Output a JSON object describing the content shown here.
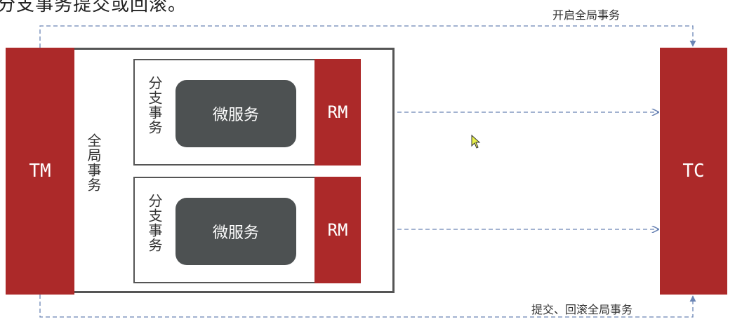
{
  "heading_fragment": "分支事务提交或回滚。",
  "tm_label": "TM",
  "tc_label": "TC",
  "global_transaction_label": "全局事务",
  "branches": [
    {
      "branch_label": "分支事务",
      "service_label": "微服务",
      "rm_label": "RM"
    },
    {
      "branch_label": "分支事务",
      "service_label": "微服务",
      "rm_label": "RM"
    }
  ],
  "open_global_caption": "开启全局事务",
  "commit_rollback_caption": "提交、回滚全局事务",
  "colors": {
    "accent_red": "#ac2929",
    "service_gray": "#4d5152",
    "connector_blue": "#6b85b5"
  }
}
